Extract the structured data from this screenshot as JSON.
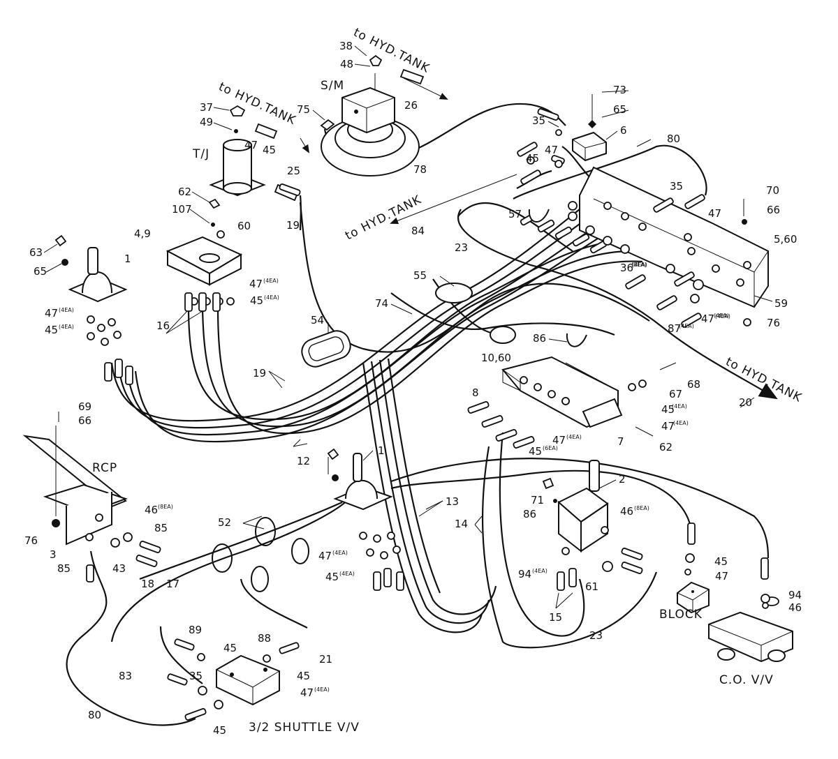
{
  "diagram": {
    "component_names": {
      "sm": "S/M",
      "tj": "T/J",
      "rcp": "RCP",
      "block": "BLOCK",
      "cov": "C.O. V/V",
      "shuttle": "3/2 SHUTTLE V/V"
    },
    "tank_labels": {
      "t1": "to HYD.TANK",
      "t2": "to HYD.TANK",
      "t3": "to HYD.TANK",
      "t4": "to HYD.TANK"
    },
    "callouts": {
      "c1": "38",
      "c2": "48",
      "c3": "26",
      "c4": "75",
      "c5": "78",
      "c6": "37",
      "c7": "49",
      "c8": "47",
      "c9": "45",
      "c10": "25",
      "c11": "62",
      "c12": "107",
      "c13": "60",
      "c14": "19",
      "c15": "4,9",
      "c16": "63",
      "c17": "65",
      "c18": "1",
      "c19": "47",
      "c20": "45",
      "c21": "47",
      "c22": "45",
      "c23": "16",
      "c24": "73",
      "c25": "65",
      "c26": "35",
      "c27": "6",
      "c28": "47",
      "c29": "45",
      "c30": "80",
      "c31": "84",
      "c32": "57",
      "c33": "23",
      "c34": "35",
      "c35": "47",
      "c36": "70",
      "c37": "66",
      "c38": "5,60",
      "c39": "36",
      "c40": "59",
      "c41": "87",
      "c42": "47",
      "c43": "76",
      "c44": "55",
      "c45": "74",
      "c46": "54",
      "c47": "86",
      "c48": "10,60",
      "c49": "19",
      "c50": "8",
      "c51": "67",
      "c52": "68",
      "c53": "45",
      "c54": "47",
      "c55": "20",
      "c56": "7",
      "c57": "47",
      "c58": "45",
      "c59": "62",
      "c60": "69",
      "c61": "66",
      "c62": "12",
      "c63": "1",
      "c64": "2",
      "c65": "71",
      "c66": "86",
      "c67": "46",
      "c68": "76",
      "c69": "3",
      "c70": "46",
      "c71": "85",
      "c72": "85",
      "c73": "43",
      "c74": "52",
      "c75": "18",
      "c76": "17",
      "c77": "13",
      "c78": "14",
      "c79": "47",
      "c80": "45",
      "c81": "94",
      "c82": "61",
      "c83": "45",
      "c84": "47",
      "c85": "94",
      "c86": "46",
      "c87": "15",
      "c88": "23",
      "c89": "89",
      "c90": "45",
      "c91": "88",
      "c92": "21",
      "c93": "83",
      "c94": "35",
      "c95": "45",
      "c96": "47",
      "c97": "80",
      "c98": "45"
    },
    "qty": {
      "q1": "(4EA)",
      "q2": "(4EA)",
      "q3": "(4EA)",
      "q4": "(4EA)",
      "q5": "(8EA)",
      "q6": "(4EA)",
      "q7": "(4EA)",
      "q8": "(4EA)",
      "q9": "(4EA)",
      "q10": "(4EA)",
      "q11": "(6EA)",
      "q12": "(8EA)",
      "q13": "(8EA)",
      "q14": "(4EA)",
      "q15": "(4EA)",
      "q16": "(4EA)",
      "q17": "(4EA)",
      "q18": "(4EA)",
      "q19": "(4EA)"
    }
  }
}
